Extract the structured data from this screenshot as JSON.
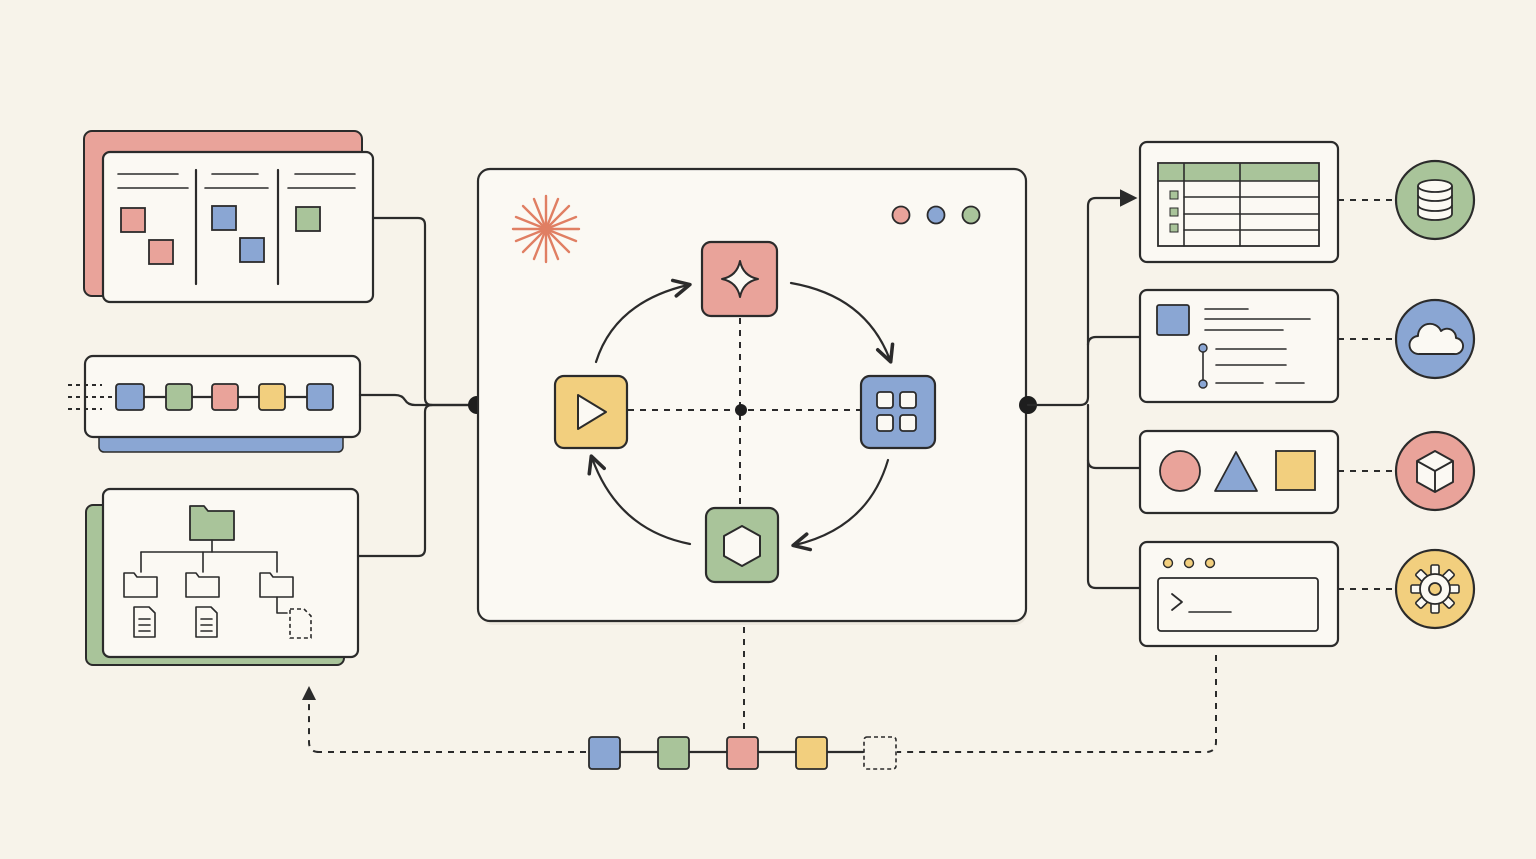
{
  "palette": {
    "background": "#f7f3ea",
    "ink": "#2b2b2b",
    "red": "#e9a39a",
    "blue": "#8aa6d3",
    "green": "#a9c49a",
    "yellow": "#f2cf7e",
    "accent_burst": "#e07f63"
  },
  "left_inputs": [
    {
      "kind": "kanban-board",
      "back_color": "red",
      "columns": 3
    },
    {
      "kind": "token-strip",
      "back_color": "blue",
      "tokens": [
        "blue",
        "green",
        "red",
        "yellow",
        "blue"
      ]
    },
    {
      "kind": "folder-tree",
      "back_color": "green",
      "folders": 3,
      "files": 3
    }
  ],
  "center_window": {
    "logo_icon": "sparkle-burst-icon",
    "window_dots": [
      "red",
      "blue",
      "green"
    ],
    "cycle_nodes": [
      {
        "position": "top",
        "icon": "four-point-star-icon",
        "color": "red"
      },
      {
        "position": "right",
        "icon": "grid-icon",
        "color": "blue"
      },
      {
        "position": "bottom",
        "icon": "hexagon-icon",
        "color": "green"
      },
      {
        "position": "left",
        "icon": "play-icon",
        "color": "yellow"
      }
    ],
    "cycle_direction": "clockwise"
  },
  "right_outputs": [
    {
      "kind": "spreadsheet",
      "endpoint_icon": "database-icon",
      "endpoint_color": "green"
    },
    {
      "kind": "document",
      "endpoint_icon": "cloud-icon",
      "endpoint_color": "blue"
    },
    {
      "kind": "shapes",
      "endpoint_icon": "cube-icon",
      "endpoint_color": "red"
    },
    {
      "kind": "terminal",
      "endpoint_icon": "gear-icon",
      "endpoint_color": "yellow"
    }
  ],
  "feedback_queue": {
    "tokens": [
      "blue",
      "green",
      "red",
      "yellow",
      "empty"
    ],
    "direction": "right-to-left"
  }
}
